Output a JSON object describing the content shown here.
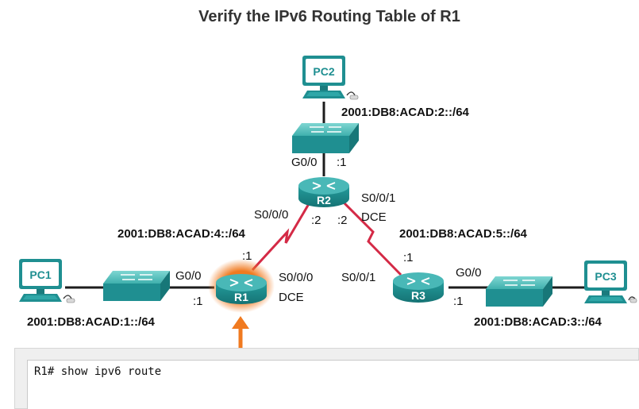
{
  "title": "Verify the IPv6 Routing Table of R1",
  "colors": {
    "device": "#1f8f91",
    "device_light": "#5fc7c7",
    "serial_link": "#d42a46",
    "ethernet_link": "#1c1c1c",
    "highlight": "#f07a20",
    "arrow": "#f07a20"
  },
  "devices": {
    "pc1": {
      "label": "PC1",
      "icon": "pc-icon"
    },
    "pc2": {
      "label": "PC2",
      "icon": "pc-icon"
    },
    "pc3": {
      "label": "PC3",
      "icon": "pc-icon"
    },
    "r1": {
      "label": "R1",
      "icon": "router-icon",
      "highlighted": true
    },
    "r2": {
      "label": "R2",
      "icon": "router-icon"
    },
    "r3": {
      "label": "R3",
      "icon": "router-icon"
    }
  },
  "networks": {
    "lan1": "2001:DB8:ACAD:1::/64",
    "lan2": "2001:DB8:ACAD:2::/64",
    "lan3": "2001:DB8:ACAD:3::/64",
    "wan4": "2001:DB8:ACAD:4::/64",
    "wan5": "2001:DB8:ACAD:5::/64"
  },
  "interfaces": {
    "r2_g00": "G0/0",
    "r2_g00_addr": ":1",
    "r2_s000": "S0/0/0",
    "r2_s000_addr": ":2",
    "r2_s001": "S0/0/1",
    "r2_s001_dce": "DCE",
    "r2_s001_addr": ":2",
    "r1_s000_addr": ":1",
    "r1_g00": "G0/0",
    "r1_g00_addr": ":1",
    "r1_s000": "S0/0/0",
    "r1_s000_dce": "DCE",
    "r3_s001_addr": ":1",
    "r3_s001": "S0/0/1",
    "r3_g00": "G0/0",
    "r3_g00_addr": ":1"
  },
  "terminal": {
    "command": "R1# show ipv6 route"
  }
}
